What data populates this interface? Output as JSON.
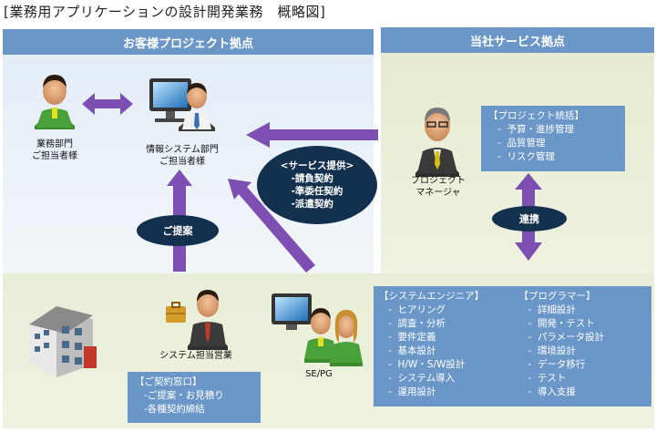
{
  "title": "[業務用アプリケーションの設計開発業務　概略図]",
  "client": {
    "heading": "お客様プロジェクト拠点",
    "business": [
      "業務部門",
      "ご担当者様"
    ],
    "it": [
      "情報システム部門",
      "ご担当者様"
    ]
  },
  "service": {
    "heading": "当社サービス拠点",
    "pm_label": [
      "プロジェクト",
      "マネージャ"
    ],
    "pm_box": {
      "header": "【プロジェクト統括】",
      "items": [
        "予算・進捗管理",
        "品質管理",
        "リスク管理"
      ]
    },
    "link_oval": "連携"
  },
  "service_oval": {
    "header": "<サービス提供>",
    "items": [
      "-請負契約",
      "-準委任契約",
      "-派遣契約"
    ]
  },
  "proposal_oval": "ご提案",
  "sales": {
    "label": "システム担当営業",
    "box_header": "【ご契約窓口】",
    "items": [
      "-ご提案・お見積り",
      "-各種契約締結"
    ]
  },
  "sepg_label": "SE/PG",
  "engineer_box": {
    "se_header": "【システムエンジニア】",
    "se_items": [
      "ヒアリング",
      "調査・分析",
      "要件定義",
      "基本設計",
      "H/W・S/W設計",
      "システム導入",
      "運用設計"
    ],
    "pg_header": "【プログラマー】",
    "pg_items": [
      "詳細設計",
      "開発・テスト",
      "パラメータ設計",
      "環境設計",
      "データ移行",
      "テスト",
      "導入支援"
    ]
  },
  "colors": {
    "panel_blue": "#6a96c8",
    "arrow_purple": "#7e4fb3",
    "oval_navy": "#14304f"
  }
}
